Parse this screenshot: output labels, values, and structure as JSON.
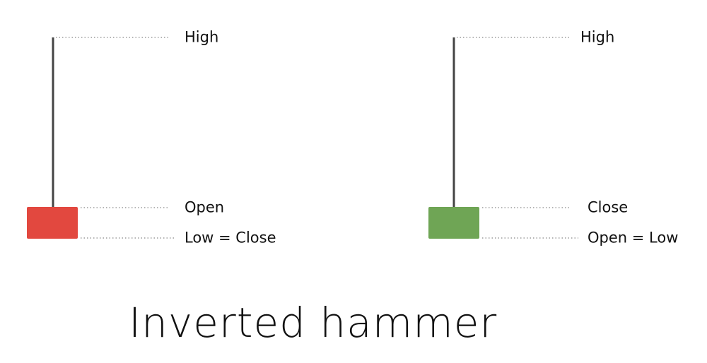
{
  "title": "Inverted hammer",
  "colors": {
    "bearish": "#e2483f",
    "bullish": "#6fa555",
    "wick": "#444444",
    "guide": "#888888"
  },
  "left_candle": {
    "high_label": "High",
    "open_label": "Open",
    "low_label": "Low = Close"
  },
  "right_candle": {
    "high_label": "High",
    "close_label": "Close",
    "low_label": "Open = Low"
  }
}
